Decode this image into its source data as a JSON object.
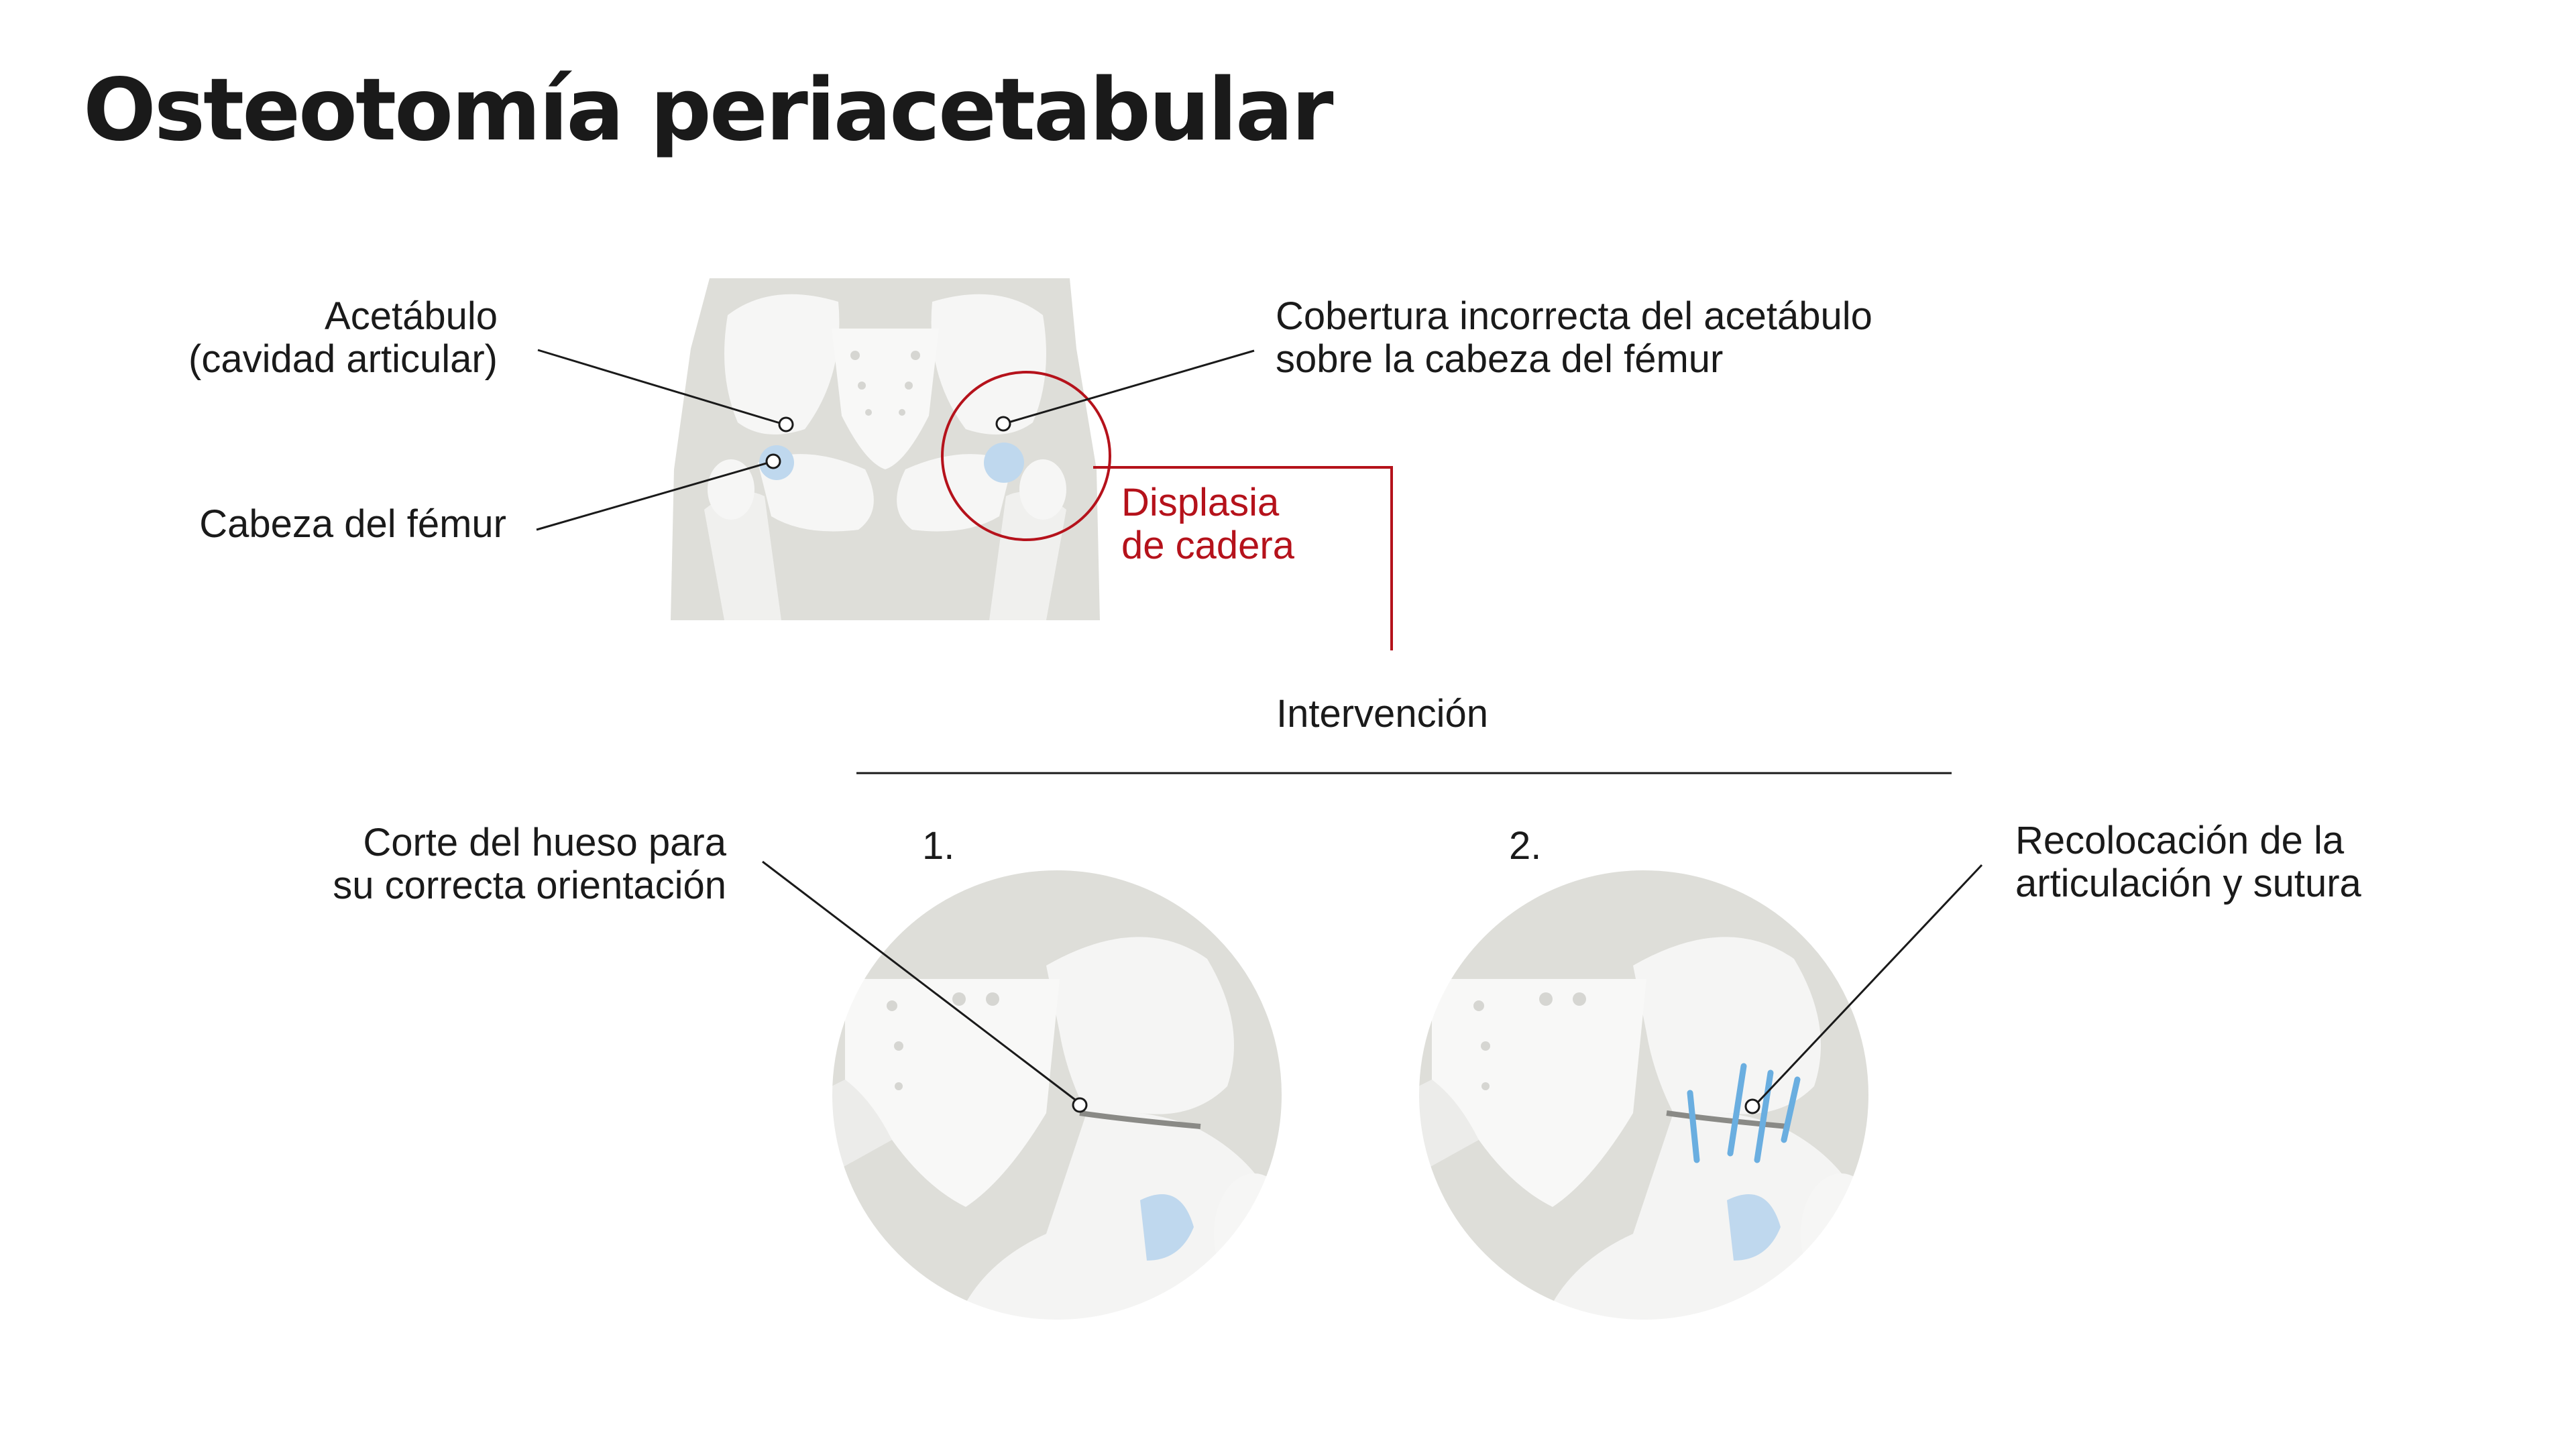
{
  "title": "Osteotomía periacetabular",
  "labels": {
    "acetabulo": "Acetábulo\n(cavidad articular)",
    "cabeza_femur": "Cabeza del fémur",
    "cobertura": "Cobertura incorrecta del acetábulo\nsobre la cabeza del fémur",
    "displasia": "Displasia\nde cadera",
    "intervencion": "Intervención",
    "corte": "Corte del hueso para\nsu correcta orientación",
    "paso1": "1.",
    "paso2": "2.",
    "recolocacion": "Recolocación de la\narticulación y sutura"
  },
  "colors": {
    "accent": "#b5121b",
    "text": "#1a1a1a",
    "bone": "#f4f4f3",
    "tissue": "#deded9",
    "cartilage": "#bfd8ee",
    "screw": "#6aaee0"
  }
}
